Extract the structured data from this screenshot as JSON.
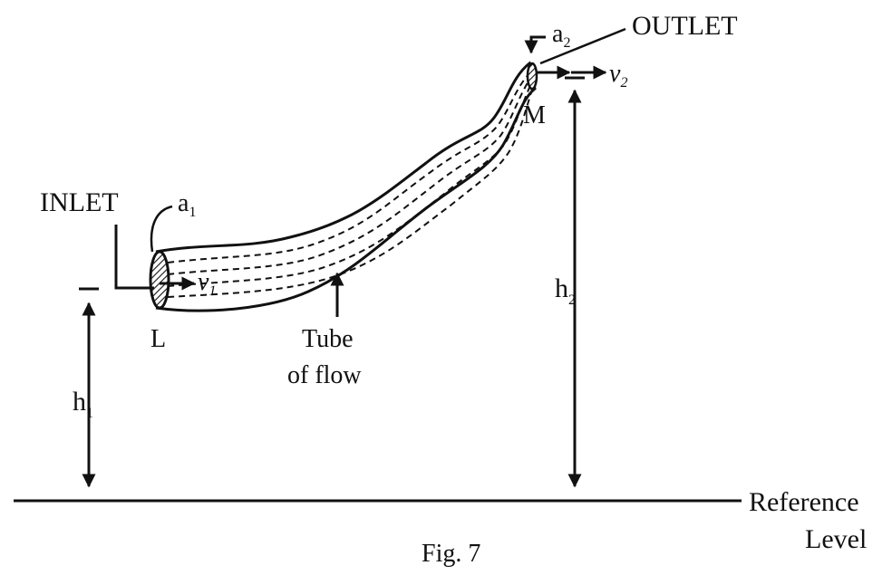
{
  "diagram": {
    "inlet_label": "INLET",
    "outlet_label": "OUTLET",
    "area_inlet": {
      "base": "a",
      "sub": "1"
    },
    "area_outlet": {
      "base": "a",
      "sub": "2"
    },
    "velocity_inlet": {
      "base": "v",
      "sub": "1"
    },
    "velocity_outlet": {
      "base": "v",
      "sub": "2"
    },
    "point_inlet": "L",
    "point_outlet": "M",
    "height_inlet": {
      "base": "h",
      "sub": "1"
    },
    "height_outlet": {
      "base": "h",
      "sub": "2"
    },
    "tube_label_line1": "Tube",
    "tube_label_line2": "of flow",
    "reference_line1": "Reference",
    "reference_line2": "Level",
    "caption": "Fig. 7"
  }
}
